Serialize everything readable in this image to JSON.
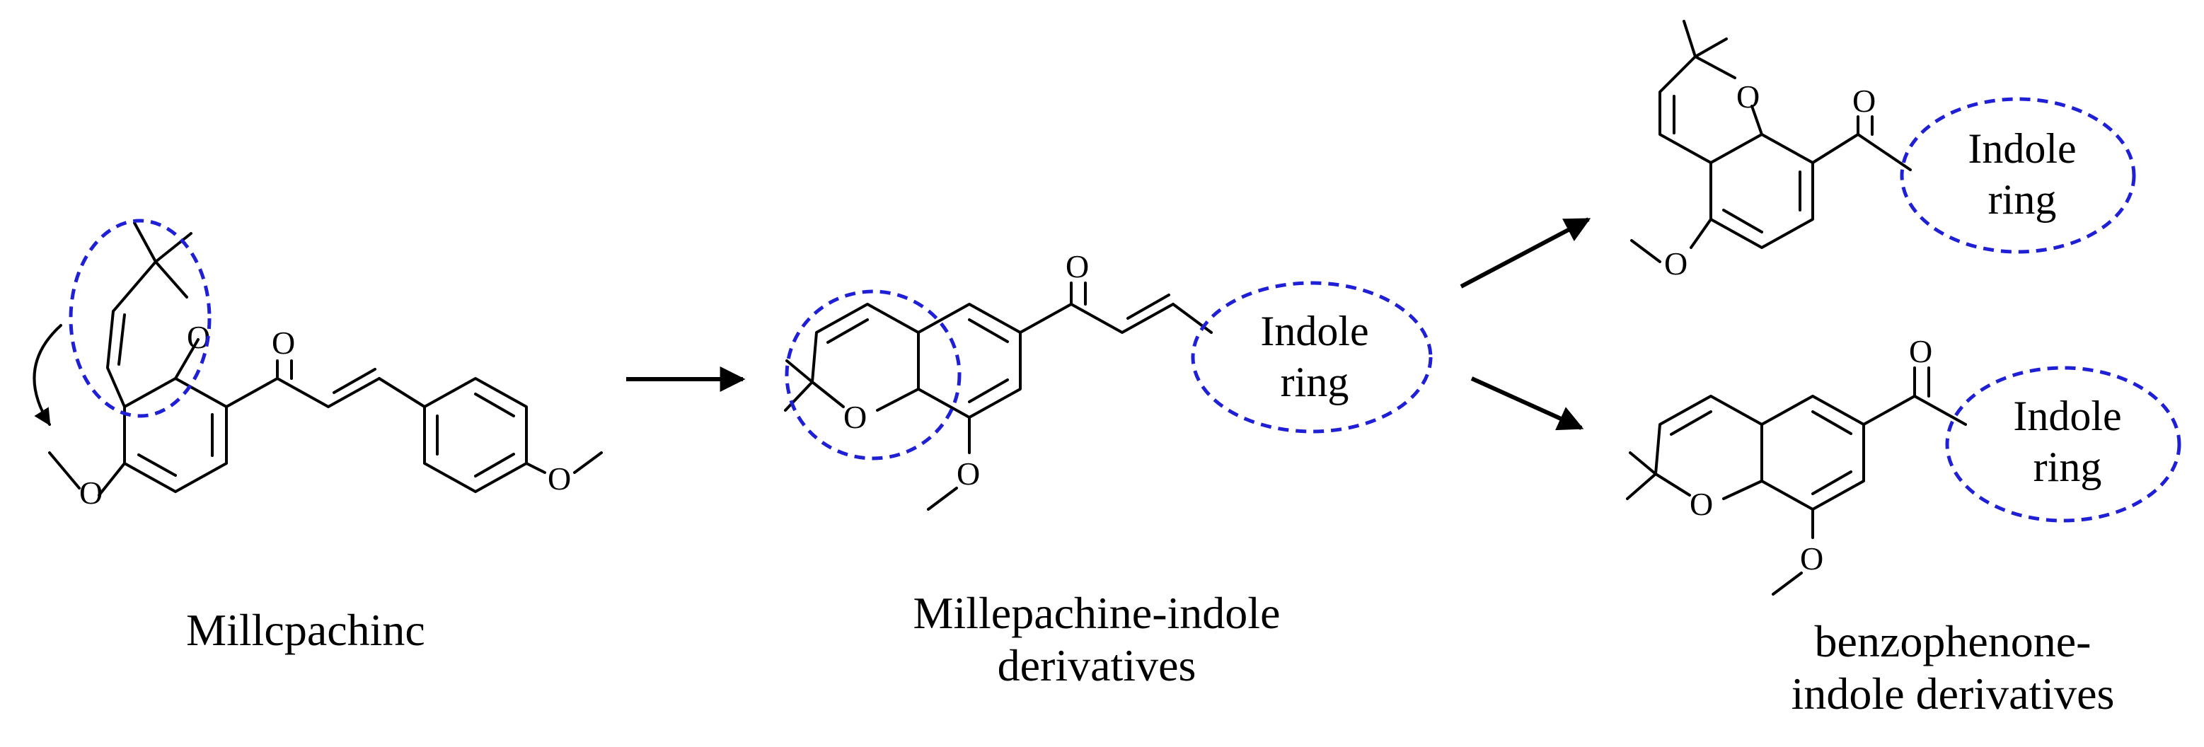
{
  "atoms": {
    "oxygen": "O"
  },
  "compounds": {
    "millepachine": {
      "name": "Millcpachinc"
    },
    "millepachine_indole": {
      "name_line1": "Millepachine-indole",
      "name_line2": "derivatives",
      "group_line1": "Indole",
      "group_line2": "ring"
    },
    "benzophenone_top": {
      "group_line1": "Indole",
      "group_line2": "ring"
    },
    "benzophenone_bottom": {
      "group_line1": "Indole",
      "group_line2": "ring"
    },
    "benzophenone_indole": {
      "name_line1": "benzophenone-",
      "name_line2": "indole derivatives"
    }
  },
  "colors": {
    "highlight": "#1f1fd6",
    "ink": "#000000"
  }
}
